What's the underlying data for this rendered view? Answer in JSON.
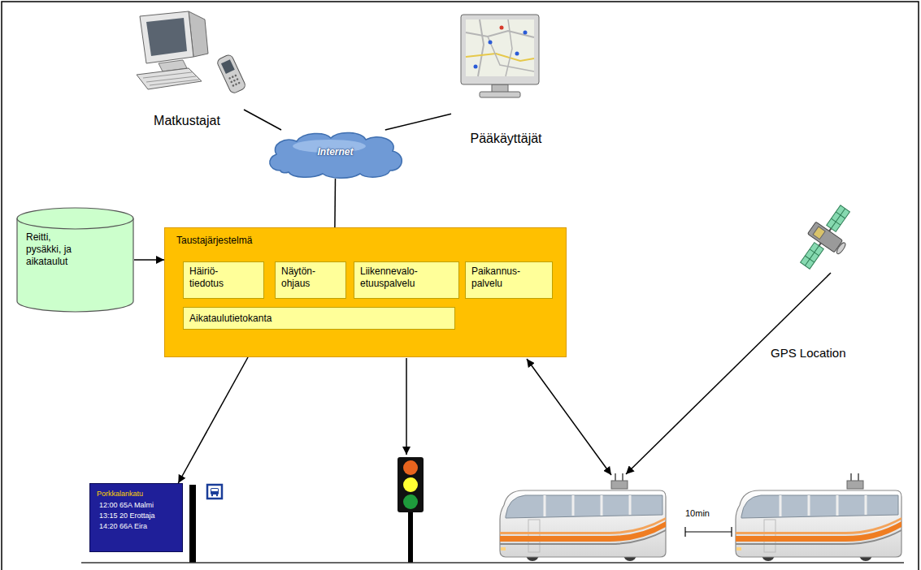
{
  "diagram": {
    "nodes": [
      {
        "text": [
          "Matkustajat"
        ]
      },
      {
        "text": [
          "Pääkäyttäjät"
        ]
      },
      {
        "text": [
          "Internet"
        ]
      },
      {
        "text": [
          "Reitti, pysäkki, ja aikataulut"
        ]
      },
      {
        "text": [
          "Taustajärjestelmä"
        ]
      },
      {
        "text": [
          "Häiriö- tiedotus"
        ],
        "in": 4
      },
      {
        "text": [
          "Näytön- ohjaus"
        ],
        "in": 4
      },
      {
        "text": [
          "Liikennevalo- etuuspalvelu"
        ],
        "in": 4
      },
      {
        "text": [
          "Paikannus- palvelu"
        ],
        "in": 4
      },
      {
        "text": [
          "Aikataulutietokanta"
        ],
        "in": 4
      },
      {
        "text": [
          "Porkkalankatu",
          "12:00 65A Malmi",
          "13:15 20 Erottaja",
          "14:20 66A Eira"
        ]
      }
    ],
    "edges": [
      {
        "from": 0,
        "to": 2,
        "arrow": "none"
      },
      {
        "from": 1,
        "to": 2,
        "arrow": "none"
      },
      {
        "from": 2,
        "to": 4,
        "arrow": "none"
      },
      {
        "from": 3,
        "to": 4,
        "arrow": "to"
      },
      {
        "from": 4,
        "to": 10,
        "arrow": "to"
      }
    ],
    "labels": [
      "GPS Location",
      "10min"
    ]
  }
}
